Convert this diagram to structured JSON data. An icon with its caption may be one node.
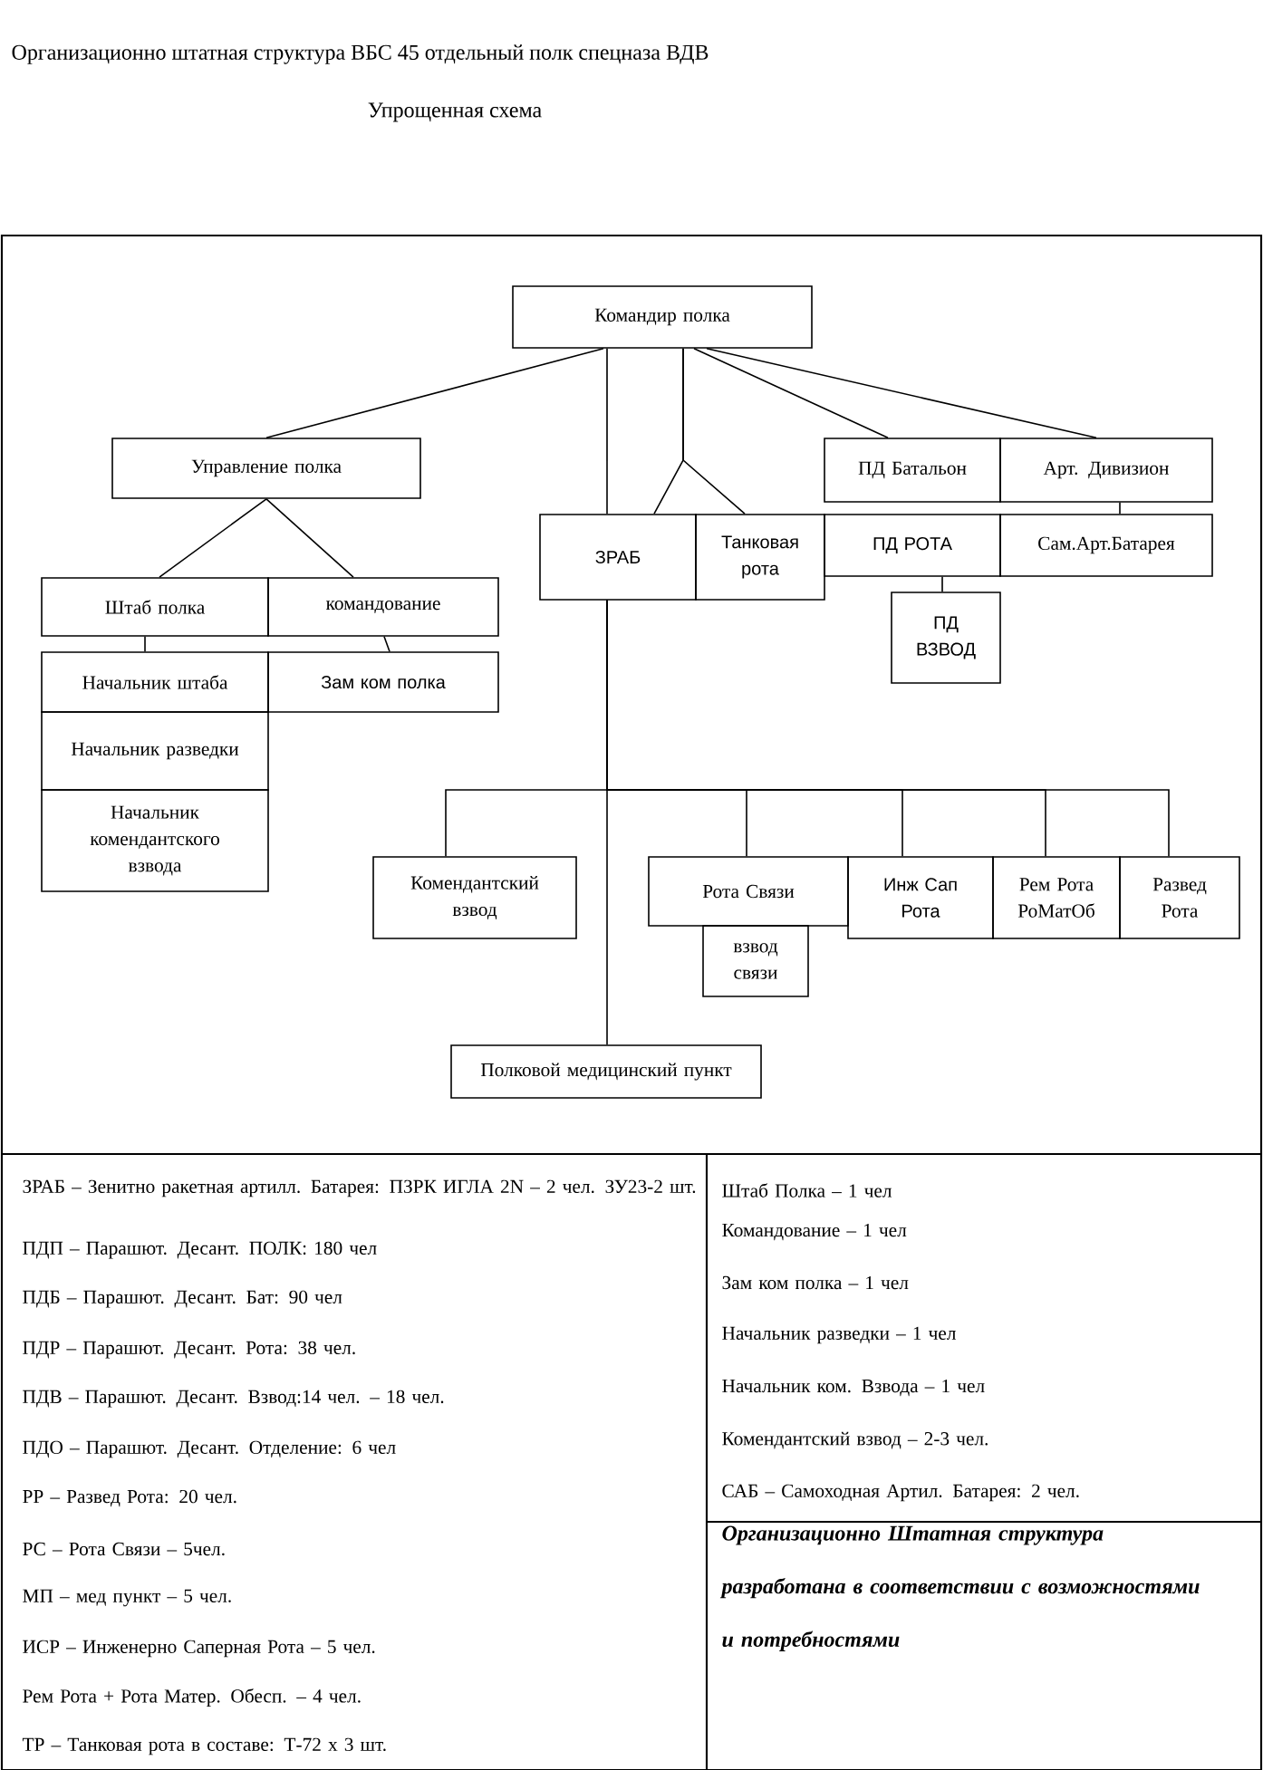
{
  "diagram": {
    "title": "Организационно штатная структура ВБС 45 отдельный полк спецназа ВДВ",
    "nodes": [
      {
        "text": [
          "Командир полка"
        ]
      },
      {
        "text": [
          "Управление полка"
        ]
      },
      {
        "text": [
          "Штаб полка"
        ]
      },
      {
        "text": [
          "командование"
        ]
      },
      {
        "text": [
          "Начальник штаба"
        ]
      },
      {
        "text": [
          "Зам ком полка"
        ]
      },
      {
        "text": [
          "Начальник разведки"
        ]
      },
      {
        "text": [
          "Начальник комендантского взвода"
        ]
      },
      {
        "text": [
          "ЗРАБ"
        ]
      },
      {
        "text": [
          "Танковая рота"
        ]
      },
      {
        "text": [
          "ПД Батальон"
        ]
      },
      {
        "text": [
          "Арт. Дивизион"
        ]
      },
      {
        "text": [
          "ПД РОТА"
        ]
      },
      {
        "text": [
          "Сам.Арт.Батарея"
        ]
      },
      {
        "text": [
          "ПД ВЗВОД"
        ]
      },
      {
        "text": [
          "Комендантский взвод"
        ]
      },
      {
        "text": [
          "Рота Связи"
        ]
      },
      {
        "text": [
          "взвод связи"
        ]
      },
      {
        "text": [
          "Инж Сап Рота"
        ]
      },
      {
        "text": [
          "Рем Рота РоМатОб"
        ]
      },
      {
        "text": [
          "Развед Рота"
        ]
      },
      {
        "text": [
          "Полковой медицинский пункт"
        ]
      }
    ],
    "edges": [
      {
        "from": 0,
        "to": 1,
        "arrow": "none"
      },
      {
        "from": 0,
        "to": 8,
        "arrow": "none"
      },
      {
        "from": 0,
        "to": 8,
        "arrow": "none"
      },
      {
        "from": 0,
        "to": 9,
        "arrow": "none"
      },
      {
        "from": 0,
        "to": 10,
        "arrow": "none"
      },
      {
        "from": 0,
        "to": 11,
        "arrow": "none"
      },
      {
        "from": 1,
        "to": 2,
        "arrow": "none"
      },
      {
        "from": 1,
        "to": 3,
        "arrow": "none"
      },
      {
        "from": 2,
        "to": 4,
        "arrow": "none"
      },
      {
        "from": 3,
        "to": 5,
        "arrow": "none"
      },
      {
        "from": 11,
        "to": 13,
        "arrow": "none"
      },
      {
        "from": 12,
        "to": 14,
        "arrow": "none"
      },
      {
        "from": 8,
        "to": 15,
        "arrow": "none"
      },
      {
        "from": 8,
        "to": 16,
        "arrow": "none"
      },
      {
        "from": 8,
        "to": 18,
        "arrow": "none"
      },
      {
        "from": 8,
        "to": 19,
        "arrow": "none"
      },
      {
        "from": 8,
        "to": 20,
        "arrow": "none"
      },
      {
        "from": 8,
        "to": 21,
        "arrow": "none"
      }
    ],
    "labels": [
      "Упрощенная схема",
      "ЗРАБ – Зенитно ракетная артилл. Батарея: ПЗРК ИГЛА 2N – 2 чел. ЗУ23-2 шт.",
      "ПДП – Парашют. Десант. ПОЛК: 180 чел",
      "ПДБ – Парашют. Десант. Бат: 90 чел",
      "ПДР – Парашют. Десант. Рота: 38 чел.",
      "ПДВ – Парашют. Десант. Взвод:14 чел. – 18 чел.",
      "ПДО – Парашют. Десант. Отделение: 6 чел",
      "РР – Развед Рота: 20 чел.",
      "РС – Рота Связи – 5чел.",
      "МП – мед пункт – 5 чел.",
      "ИСР – Инженерно Саперная Рота – 5 чел.",
      "Рем Рота + Рота Матер. Обесп. – 4 чел.",
      "ТР – Танковая рота в составе: Т-72 x 3 шт.",
      "Штаб Полка – 1 чел",
      "Командование – 1 чел",
      "Зам ком полка – 1 чел",
      "Начальник разведки – 1 чел",
      "Начальник ком. Взвода – 1 чел",
      "Комендантский взвод – 2-3 чел.",
      "САБ – Самоходная Артил. Батарея: 2 чел.",
      "Организационно Штатная структура разработана в соответствии с возможностями и потребностями"
    ]
  }
}
